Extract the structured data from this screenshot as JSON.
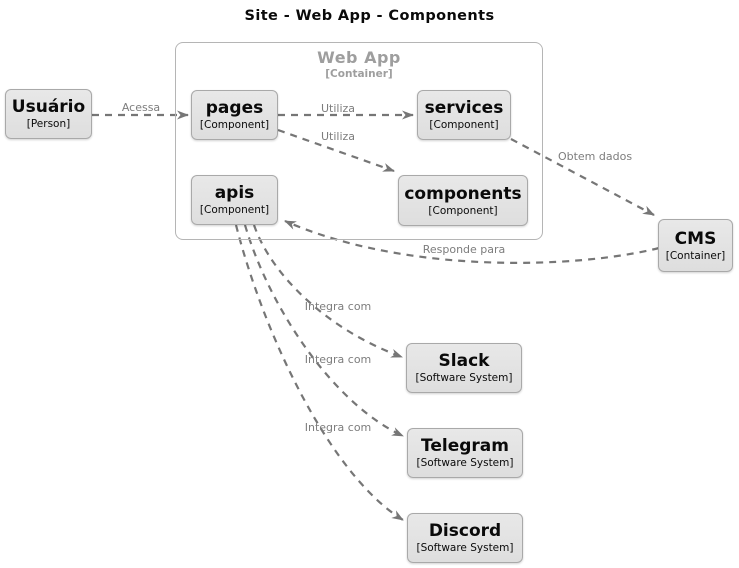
{
  "title": "Site - Web App - Components",
  "theme": {
    "bg": "#ffffff",
    "text-color": "#0a0a0a",
    "node-fill": "#e2e2e2",
    "node-border": "#a9a9a9",
    "edge-color": "#767676",
    "label-color": "#7d7d7d",
    "container-border": "#b5b5b5",
    "container-title-color": "#9e9e9e"
  },
  "container": {
    "name": "Web App",
    "type": "[Container]"
  },
  "nodes": {
    "usuario": {
      "name": "Usuário",
      "type": "[Person]"
    },
    "pages": {
      "name": "pages",
      "type": "[Component]"
    },
    "services": {
      "name": "services",
      "type": "[Component]"
    },
    "apis": {
      "name": "apis",
      "type": "[Component]"
    },
    "components": {
      "name": "components",
      "type": "[Component]"
    },
    "cms": {
      "name": "CMS",
      "type": "[Container]"
    },
    "slack": {
      "name": "Slack",
      "type": "[Software System]"
    },
    "telegram": {
      "name": "Telegram",
      "type": "[Software System]"
    },
    "discord": {
      "name": "Discord",
      "type": "[Software System]"
    }
  },
  "edges": {
    "acessa": "Acessa",
    "utiliza1": "Utiliza",
    "utiliza2": "Utiliza",
    "obtem_dados": "Obtem dados",
    "responde_para": "Responde para",
    "integra1": "Integra com",
    "integra2": "Integra com",
    "integra3": "Integra com"
  }
}
